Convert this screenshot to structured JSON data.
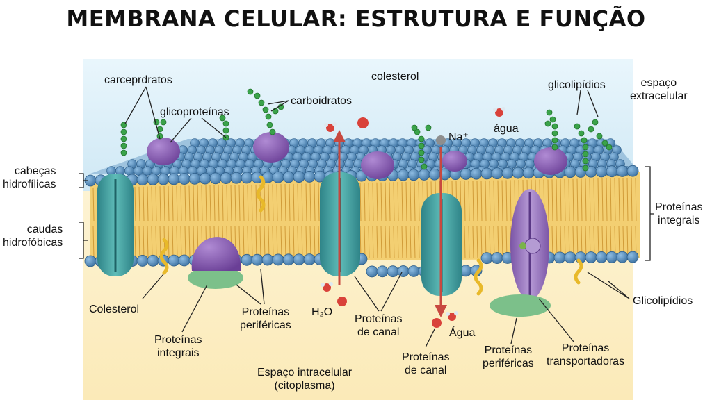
{
  "title": "MEMBRANA CELULAR: ESTRUTURA E FUNÇÃO",
  "colors": {
    "extracellular": "#d6ecf7",
    "intracellular": "#fbefc6",
    "phospholipid_head": "#4f86b5",
    "tails": "#e2b24a",
    "integral_protein": "#3e9e9e",
    "peripheral_protein": "#7cc08a",
    "glycoprotein": "#8a5fb3",
    "carbohydrate": "#3aa34a",
    "cholesterol": "#e8b92a",
    "arrow": "#c8483f"
  },
  "labels": {
    "carceprdratos": "carceprdratos",
    "glicoproteinas": "glicoproteínas",
    "colesterol_top": "colesterol",
    "carboidratos": "carboidratos",
    "na": "Na⁺",
    "agua_top": "água",
    "glicolipidios_top": "glicolipídios",
    "espaco_extra": [
      "espaço",
      "extracelular"
    ],
    "cabecas": [
      "cabeças",
      "hidrofílicas"
    ],
    "caudas": [
      "caudas",
      "hidrofóbicas"
    ],
    "proteinas_integrais_right": [
      "Proteínas",
      "integrais"
    ],
    "colesterol_bottom": "Colesterol",
    "proteinas_integrais_bottom": [
      "Proteínas",
      "integrais"
    ],
    "proteinas_perifericas_left": [
      "Proteínas",
      "periféricas"
    ],
    "h2o": "H₂O",
    "proteinas_canal_1": [
      "Proteínas",
      "de canal"
    ],
    "agua_bottom": "Água",
    "proteinas_canal_2": [
      "Proteínas",
      "de canal"
    ],
    "proteinas_perifericas_right": [
      "Proteínas",
      "periféricas"
    ],
    "proteinas_transportadoras": [
      "Proteínas",
      "transportadoras"
    ],
    "glicolipidios_bottom": "Glicolipídios",
    "espaco_intra": [
      "Espaço intracelular",
      "(citoplasma)"
    ]
  }
}
